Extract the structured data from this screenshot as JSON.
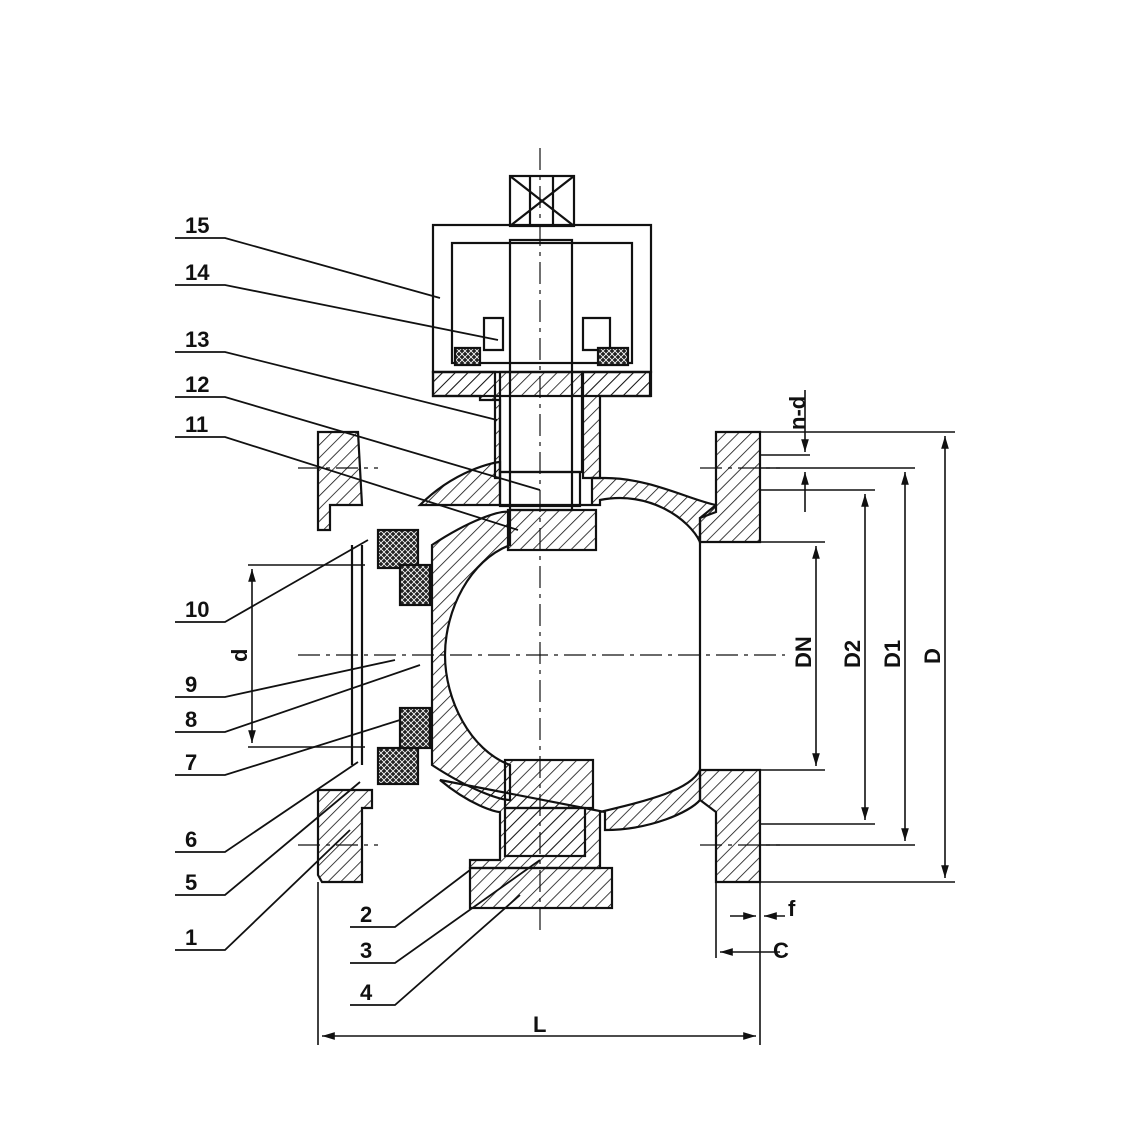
{
  "colors": {
    "ink": "#111111",
    "paper": "#ffffff"
  },
  "part_labels": [
    "15",
    "14",
    "13",
    "12",
    "11",
    "10",
    "9",
    "8",
    "7",
    "6",
    "5",
    "1",
    "2",
    "3",
    "4"
  ],
  "dimension_labels": {
    "nd": "n-d",
    "dn": "DN",
    "d2": "D2",
    "d1": "D1",
    "D": "D",
    "d": "d",
    "f": "f",
    "c": "C",
    "L": "L"
  }
}
